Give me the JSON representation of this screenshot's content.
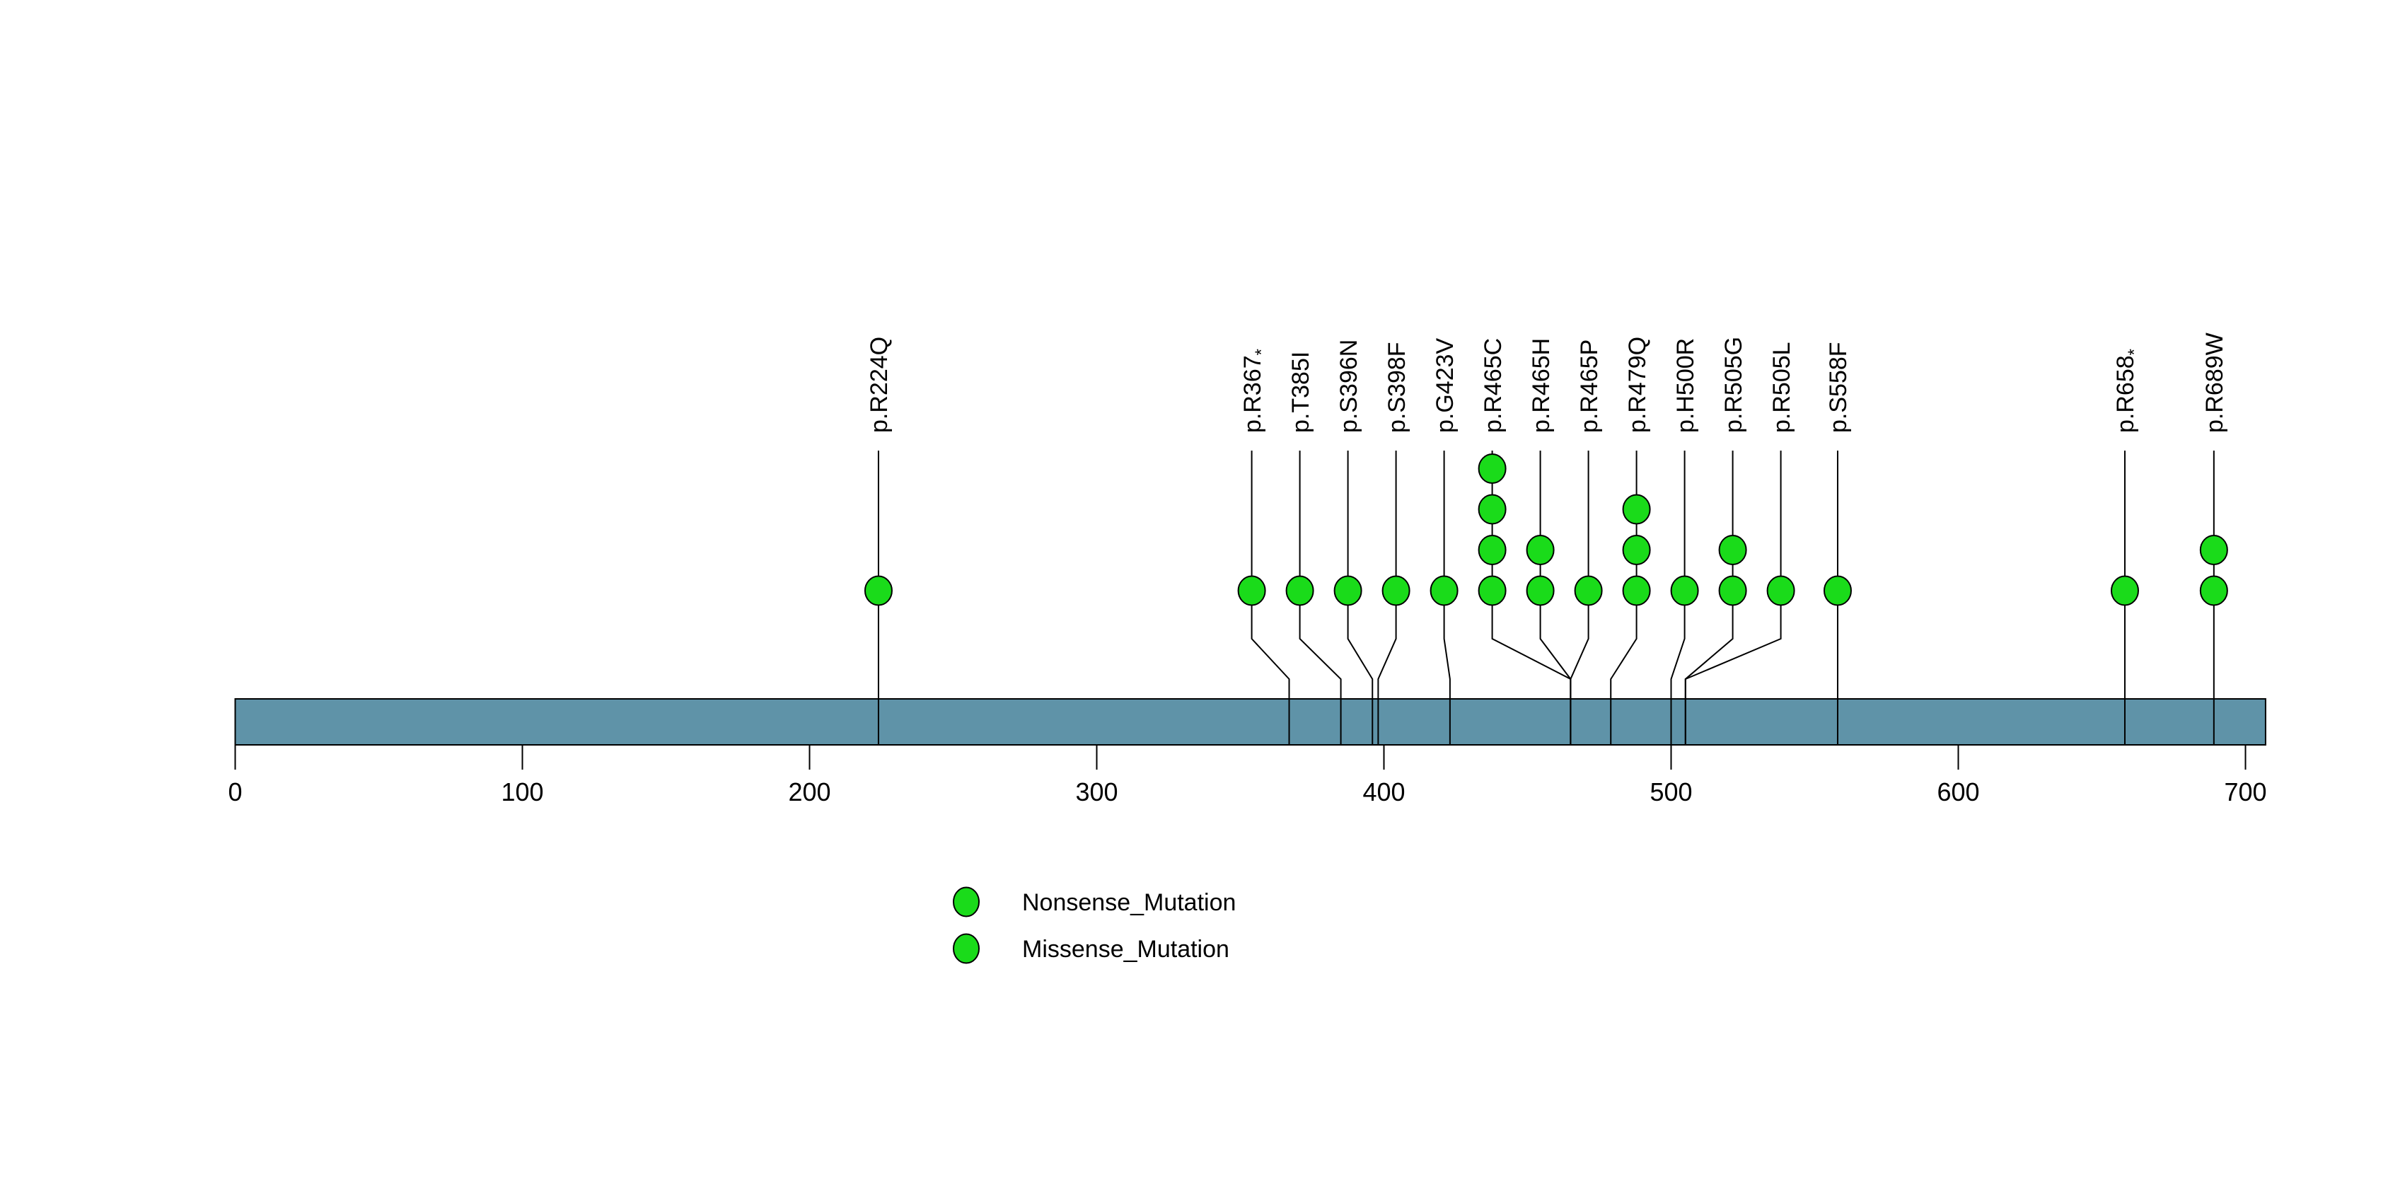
{
  "figure": {
    "background": "#FFFFFF",
    "description": "Lollipop plot of protein mutations along amino-acid positions"
  },
  "chart_data": {
    "type": "lollipop",
    "title": "",
    "xlabel": "",
    "ylabel": "",
    "xlim": [
      0,
      707
    ],
    "protein_length": 707,
    "x_ticks": [
      0,
      100,
      200,
      300,
      400,
      500,
      600,
      700
    ],
    "backbone_color": "#5F93A8",
    "mutation_color": "#1ADB1A",
    "mutations": [
      {
        "label": "p.R224Q",
        "position": 224,
        "count": 1,
        "type": "Missense_Mutation"
      },
      {
        "label": "p.R367*",
        "position": 367,
        "count": 1,
        "type": "Nonsense_Mutation"
      },
      {
        "label": "p.T385I",
        "position": 385,
        "count": 1,
        "type": "Missense_Mutation"
      },
      {
        "label": "p.S396N",
        "position": 396,
        "count": 1,
        "type": "Missense_Mutation"
      },
      {
        "label": "p.S398F",
        "position": 398,
        "count": 1,
        "type": "Missense_Mutation"
      },
      {
        "label": "p.G423V",
        "position": 423,
        "count": 1,
        "type": "Missense_Mutation"
      },
      {
        "label": "p.R465C",
        "position": 465,
        "count": 4,
        "type": "Missense_Mutation"
      },
      {
        "label": "p.R465H",
        "position": 465,
        "count": 2,
        "type": "Missense_Mutation"
      },
      {
        "label": "p.R465P",
        "position": 465,
        "count": 1,
        "type": "Missense_Mutation"
      },
      {
        "label": "p.R479Q",
        "position": 479,
        "count": 3,
        "type": "Missense_Mutation"
      },
      {
        "label": "p.H500R",
        "position": 500,
        "count": 1,
        "type": "Missense_Mutation"
      },
      {
        "label": "p.R505G",
        "position": 505,
        "count": 2,
        "type": "Missense_Mutation"
      },
      {
        "label": "p.R505L",
        "position": 505,
        "count": 1,
        "type": "Missense_Mutation"
      },
      {
        "label": "p.S558F",
        "position": 558,
        "count": 1,
        "type": "Missense_Mutation"
      },
      {
        "label": "p.R658*",
        "position": 658,
        "count": 1,
        "type": "Nonsense_Mutation"
      },
      {
        "label": "p.R689W",
        "position": 689,
        "count": 2,
        "type": "Missense_Mutation"
      }
    ],
    "legend": {
      "position": "bottom-left-center",
      "items": [
        {
          "label": "Nonsense_Mutation",
          "color": "#1ADB1A"
        },
        {
          "label": "Missense_Mutation",
          "color": "#1ADB1A"
        }
      ]
    }
  }
}
